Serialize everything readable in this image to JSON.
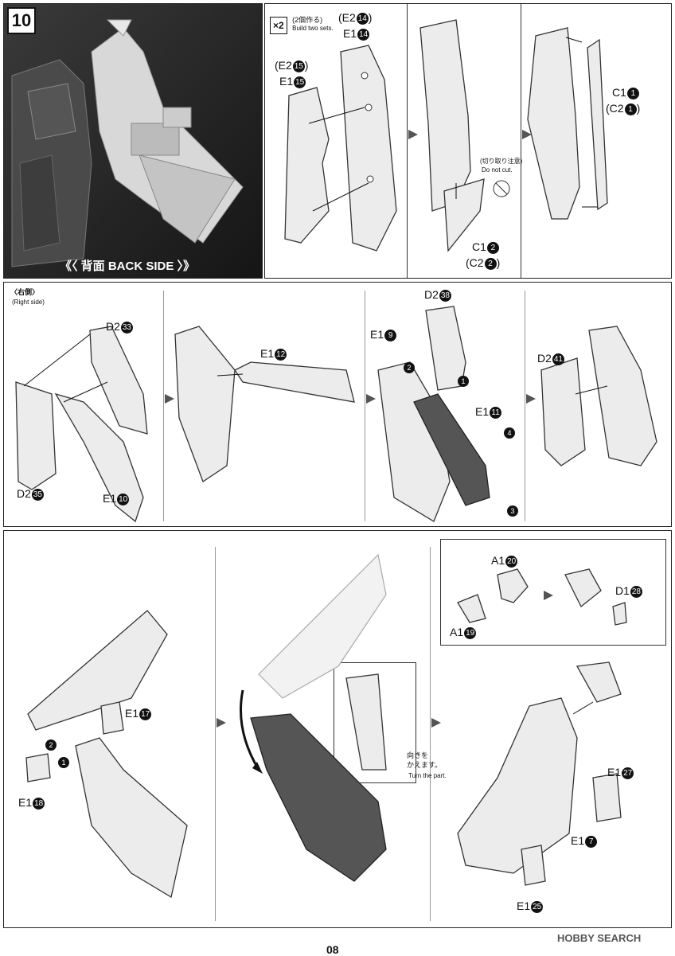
{
  "step": {
    "number": "10"
  },
  "back_side_caption": "《〈 背面 BACK SIDE 〉》",
  "build_two": {
    "mult": "×2",
    "jp": "(2個作る)",
    "en": "Build two sets."
  },
  "top": {
    "e2_14": "(E2",
    "e2_14n": "14",
    "e2_14c": ")",
    "e1_14": "E1",
    "e1_14n": "14",
    "e2_15": "(E2",
    "e2_15n": "15",
    "e2_15c": ")",
    "e1_15": "E1",
    "e1_15n": "15",
    "do_not_cut_jp": "(切り取り注意)",
    "do_not_cut_en": "Do not cut.",
    "c1_1": "C1",
    "c1_1n": "1",
    "c2_1": "(C2",
    "c2_1n": "1",
    "c2_1c": ")",
    "c1_2": "C1",
    "c1_2n": "2",
    "c2_2": "(C2",
    "c2_2n": "2",
    "c2_2c": ")"
  },
  "middle": {
    "right_side_jp": "〈右側〉",
    "right_side_en": "(Right side)",
    "d2_33": "D2",
    "d2_33n": "33",
    "d2_35": "D2",
    "d2_35n": "35",
    "e1_10": "E1",
    "e1_10n": "10",
    "e1_12": "E1",
    "e1_12n": "12",
    "d2_38": "D2",
    "d2_38n": "38",
    "e1_9": "E1",
    "e1_9n": "9",
    "e1_11": "E1",
    "e1_11n": "11",
    "d2_41": "D2",
    "d2_41n": "41",
    "steps": [
      "1",
      "2",
      "3",
      "4"
    ]
  },
  "bottom": {
    "e1_17": "E1",
    "e1_17n": "17",
    "e1_18": "E1",
    "e1_18n": "18",
    "steps": [
      "1",
      "2"
    ],
    "turn_jp1": "向きを",
    "turn_jp2": "かえます。",
    "turn_en": "Turn the part.",
    "a1_20": "A1",
    "a1_20n": "20",
    "a1_19": "A1",
    "a1_19n": "19",
    "d1_28": "D1",
    "d1_28n": "28",
    "e1_27": "E1",
    "e1_27n": "27",
    "e1_7": "E1",
    "e1_7n": "7",
    "e1_25": "E1",
    "e1_25n": "25"
  },
  "footer": {
    "page_number": "08",
    "watermark": "HOBBY SEARCH"
  }
}
